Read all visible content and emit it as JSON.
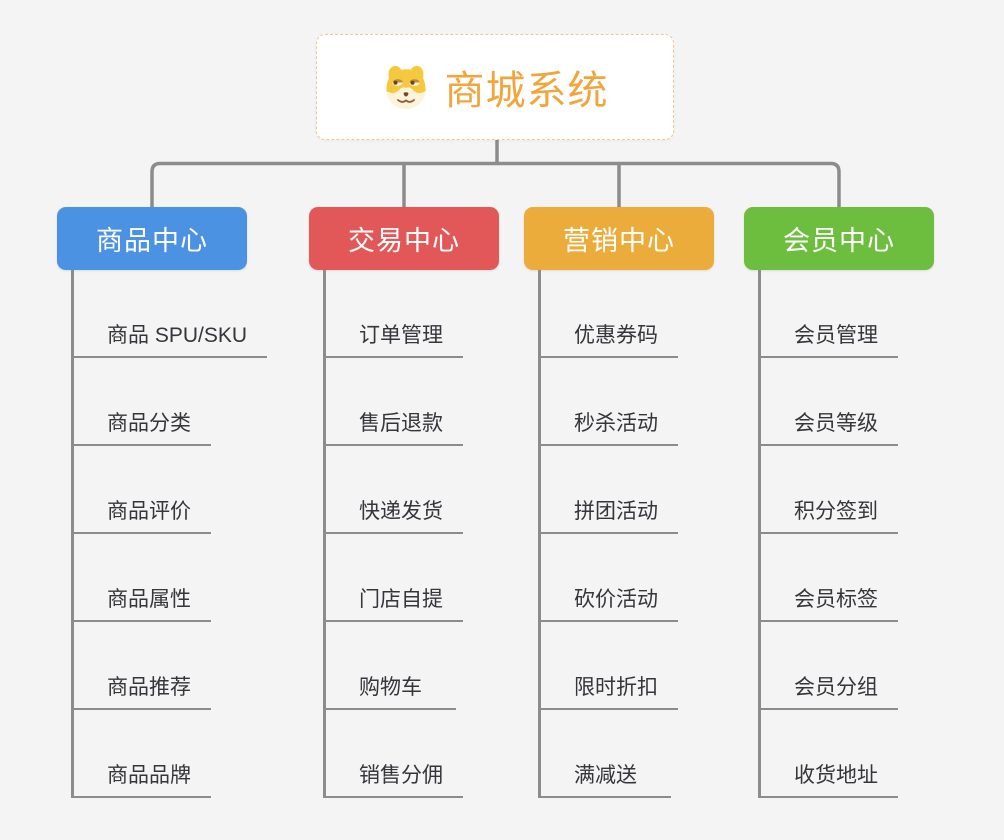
{
  "root": {
    "title": "商城系统",
    "icon": "doge-face-icon"
  },
  "branches": [
    {
      "label": "商品中心",
      "color": "#4b92e3",
      "children": [
        "商品 SPU/SKU",
        "商品分类",
        "商品评价",
        "商品属性",
        "商品推荐",
        "商品品牌"
      ]
    },
    {
      "label": "交易中心",
      "color": "#e25858",
      "children": [
        "订单管理",
        "售后退款",
        "快递发货",
        "门店自提",
        "购物车",
        "销售分佣"
      ]
    },
    {
      "label": "营销中心",
      "color": "#ecac3b",
      "children": [
        "优惠券码",
        "秒杀活动",
        "拼团活动",
        "砍价活动",
        "限时折扣",
        "满减送"
      ]
    },
    {
      "label": "会员中心",
      "color": "#6dbe3f",
      "children": [
        "会员管理",
        "会员等级",
        "积分签到",
        "会员标签",
        "会员分组",
        "收货地址"
      ]
    }
  ],
  "colors": {
    "background": "#f4f4f5",
    "connector_line": "#8c8c8c",
    "root_title": "#f0a63c",
    "root_border": "#f1c78b",
    "topic_text": "#35353a"
  }
}
